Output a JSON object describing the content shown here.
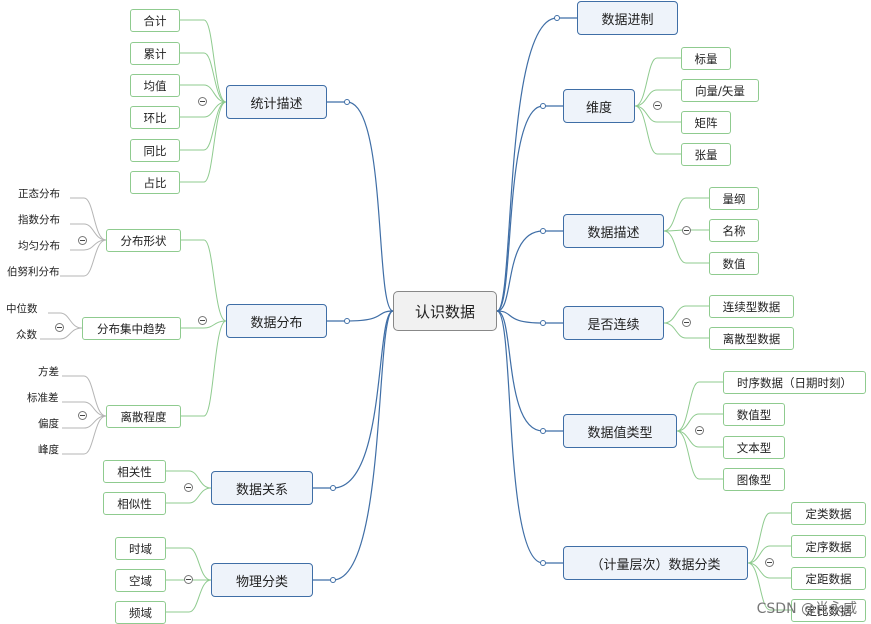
{
  "root": "认识数据",
  "left": [
    {
      "label": "统计描述",
      "children": [
        "合计",
        "累计",
        "均值",
        "环比",
        "同比",
        "占比"
      ]
    },
    {
      "label": "数据分布",
      "children": [
        {
          "label": "分布形状",
          "children": [
            "正态分布",
            "指数分布",
            "均匀分布",
            "伯努利分布"
          ]
        },
        {
          "label": "分布集中趋势",
          "children": [
            "中位数",
            "众数"
          ]
        },
        {
          "label": "离散程度",
          "children": [
            "方差",
            "标准差",
            "偏度",
            "峰度"
          ]
        }
      ]
    },
    {
      "label": "数据关系",
      "children": [
        "相关性",
        "相似性"
      ]
    },
    {
      "label": "物理分类",
      "children": [
        "时域",
        "空域",
        "频域"
      ]
    }
  ],
  "right": [
    {
      "label": "数据进制",
      "children": []
    },
    {
      "label": "维度",
      "children": [
        "标量",
        "向量/矢量",
        "矩阵",
        "张量"
      ]
    },
    {
      "label": "数据描述",
      "children": [
        "量纲",
        "名称",
        "数值"
      ]
    },
    {
      "label": "是否连续",
      "children": [
        "连续型数据",
        "离散型数据"
      ]
    },
    {
      "label": "数据值类型",
      "children": [
        "时序数据（日期时刻）",
        "数值型",
        "文本型",
        "图像型"
      ]
    },
    {
      "label": "（计量层次）数据分类",
      "children": [
        "定类数据",
        "定序数据",
        "定距数据",
        "定比数据"
      ]
    }
  ],
  "watermark": "CSDN @肖永威",
  "colors": {
    "root_border": "#888888",
    "level1_line": "#3f6ea6",
    "level2_line": "#8fcb8f",
    "leaf_line": "#b5b5b5"
  }
}
